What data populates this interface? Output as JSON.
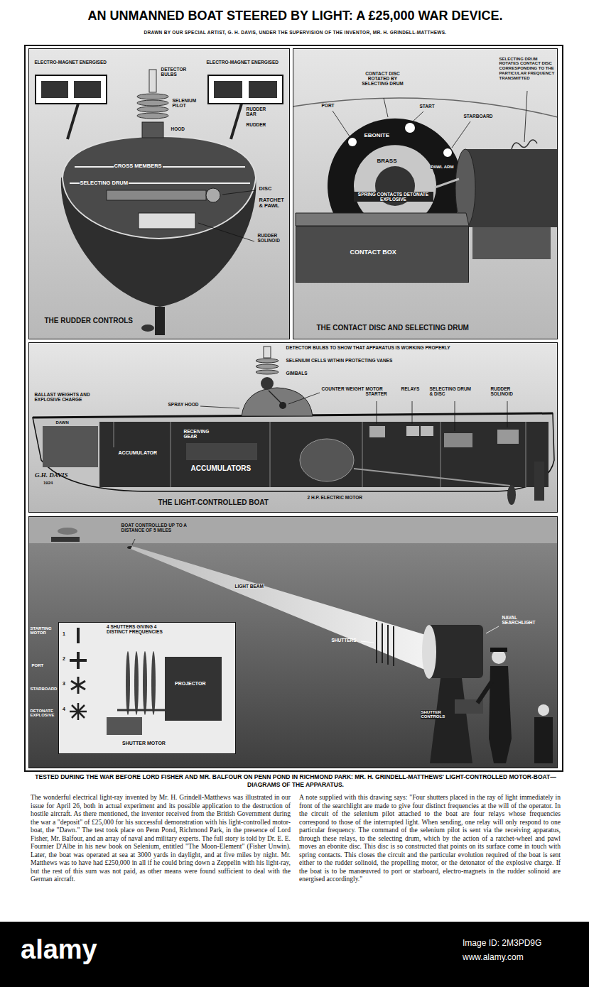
{
  "diagram": {
    "title": "AN UNMANNED BOAT STEERED BY LIGHT: A £25,000 WAR DEVICE.",
    "caption": "TESTED DURING THE WAR BEFORE LORD FISHER AND MR. BALFOUR ON PENN POND IN RICHMOND PARK: MR. H. GRINDELL-MATTHEWS' LIGHT-CONTROLLED MOTOR-BOAT—DIAGRAMS OF THE APPARATUS.",
    "nodes": [
      {
        "text": [
          "ELECTRO-MAGNET ENERGISED",
          "ELECTRO-MAGNET ENERGISED",
          "DETECTOR BULBS",
          "SELENIUM PILOT",
          "RUDDER BAR",
          "RUDDER",
          "HOOD",
          "CROSS MEMBERS",
          "SELECTING DRUM",
          "DISC",
          "RATCHET & PAWL",
          "RUDDER SOLINOID",
          "THE RUDDER CONTROLS"
        ]
      },
      {
        "text": [
          "CONTACT DISC ROTATED BY SELECTING DRUM",
          "PORT",
          "START",
          "STARBOARD",
          "SELECTING DRUM ROTATES CONTACT DISC CORRESPONDING TO THE PARTICULAR FREQUENCY TRANSMITTED",
          "EBONITE",
          "BRASS",
          "PAWL ARM",
          "SPRING CONTACTS DETONATE EXPLOSIVE",
          "THE CONTACT DISC AND SELECTING DRUM"
        ]
      },
      {
        "text": [
          "CONTACT BOX"
        ],
        "in": 1
      },
      {
        "text": [
          "DETECTOR BULBS TO SHOW THAT APPARATUS IS WORKING PROPERLY",
          "SELENIUM CELLS WITHIN PROTECTING VANES",
          "GIMBALS",
          "BALLAST WEIGHTS AND EXPLOSIVE CHARGE",
          "SPRAY HOOD",
          "COUNTER WEIGHT",
          "MOTOR STARTER",
          "RELAYS",
          "SELECTING DRUM & DISC",
          "RUDDER SOLINOID",
          "DAWN",
          "RECEIVING GEAR",
          "ACCUMULATOR",
          "ACCUMULATORS",
          "2 H.P. ELECTRIC MOTOR",
          "THE LIGHT-CONTROLLED BOAT"
        ]
      },
      {
        "text": [
          "BOAT CONTROLLED UP TO A DISTANCE OF 5 MILES",
          "LIGHT BEAM",
          "SHUTTERS",
          "NAVAL SEARCHLIGHT",
          "SHUTTER CONTROLS",
          "STARTING MOTOR",
          "PORT",
          "STARBOARD",
          "DETONATE EXPLOSIVE"
        ]
      },
      {
        "text": [
          "1",
          "2",
          "3",
          "4",
          "4 SHUTTERS GIVING 4 DISTINCT FREQUENCIES",
          "PROJECTOR",
          "SHUTTER MOTOR"
        ],
        "in": 4
      }
    ],
    "labels": [
      "DRAWN BY OUR SPECIAL ARTIST, G. H. DAVIS, UNDER THE SUPERVISION OF THE INVENTOR, MR. H. GRINDELL-MATTHEWS.",
      "The wonderful electrical light-ray invented by Mr. H. Grindell-Matthews was illustrated in our issue for April 26, both in actual experiment and its possible application to the destruction of hostile aircraft. As there mentioned, the inventor received from the British Government during the war a \"deposit\" of £25,000 for his successful demonstration with his light-controlled motor-boat, the \"Dawn.\" The test took place on Penn Pond, Richmond Park, in the presence of Lord Fisher, Mr. Balfour, and an array of naval and military experts. The full story is told by Dr. E. E. Fournier D'Albe in his new book on Selenium, entitled \"The Moon-Element\" (Fisher Unwin). Later, the boat was operated at sea at 3000 yards in daylight, and at five miles by night. Mr. Matthews was to have had £250,000 in all if he could bring down a Zeppelin with his light-ray, but the rest of this sum was not paid, as other means were found sufficient to deal with the German aircraft.",
      "A note supplied with this drawing says: \"Four shutters placed in the ray of light immediately in front of the searchlight are made to give four distinct frequencies at the will of the operator. In the circuit of the selenium pilot attached to the boat are four relays whose frequencies correspond to those of the interrupted light. When sending, one relay will only respond to one particular frequency. The command of the selenium pilot is sent via the receiving apparatus, through these relays, to the selecting drum, which by the action of a ratchet-wheel and pawl moves an ebonite disc. This disc is so constructed that points on its surface come in touch with spring contacts. This closes the circuit and the particular evolution required of the boat is sent either to the rudder solinoid, the propelling motor, or the detonator of the explosive charge. If the boat is to be manœuvred to port or starboard, electro-magnets in the rudder solinoid are energised accordingly.\"",
      "G.H. DAVIS",
      "1924",
      "alamy",
      "Image ID: 2M3PD9G",
      "www.alamy.com"
    ]
  }
}
